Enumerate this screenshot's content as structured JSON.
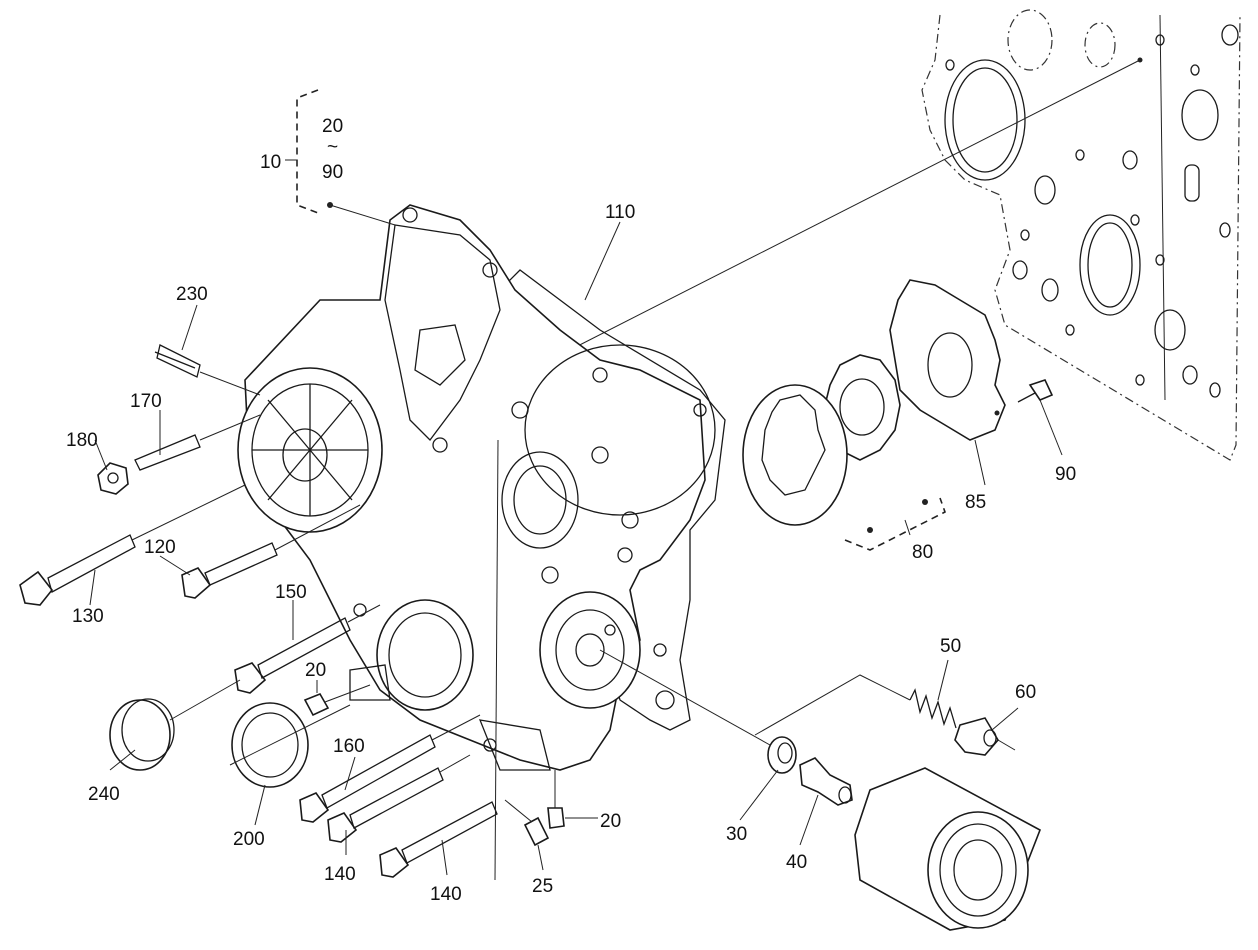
{
  "colors": {
    "ink": "#1a1a1a",
    "background": "#ffffff"
  },
  "labels": {
    "l10": "10",
    "l20_top": "20",
    "l90_top": "90",
    "tilde": "~",
    "l110": "110",
    "l230": "230",
    "l170": "170",
    "l180": "180",
    "l120": "120",
    "l130": "130",
    "l150": "150",
    "l20_mid": "20",
    "l240": "240",
    "l200": "200",
    "l160": "160",
    "l140_a": "140",
    "l140_b": "140",
    "l20_low": "20",
    "l25": "25",
    "l30": "30",
    "l40": "40",
    "l50": "50",
    "l60": "60",
    "l80": "80",
    "l85": "85",
    "l90": "90"
  }
}
